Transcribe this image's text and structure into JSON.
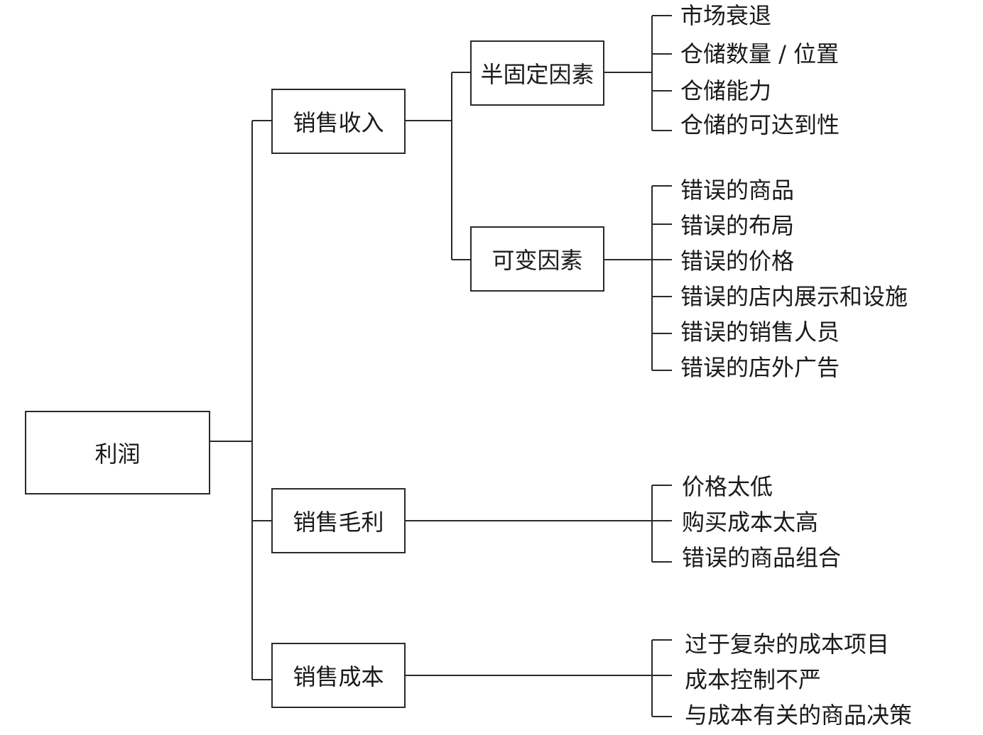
{
  "diagram": {
    "root": "利润",
    "revenue": {
      "label": "销售收入",
      "semifixed": {
        "label": "半固定因素",
        "items": [
          "市场衰退",
          "仓储数量 / 位置",
          "仓储能力",
          "仓储的可达到性"
        ]
      },
      "variable": {
        "label": "可变因素",
        "items": [
          "错误的商品",
          "错误的布局",
          "错误的价格",
          "错误的店内展示和设施",
          "错误的销售人员",
          "错误的店外广告"
        ]
      }
    },
    "margin": {
      "label": "销售毛利",
      "items": [
        "价格太低",
        "购买成本太高",
        "错误的商品组合"
      ]
    },
    "cost": {
      "label": "销售成本",
      "items": [
        "过于复杂的成本项目",
        "成本控制不严",
        "与成本有关的商品决策"
      ]
    }
  }
}
